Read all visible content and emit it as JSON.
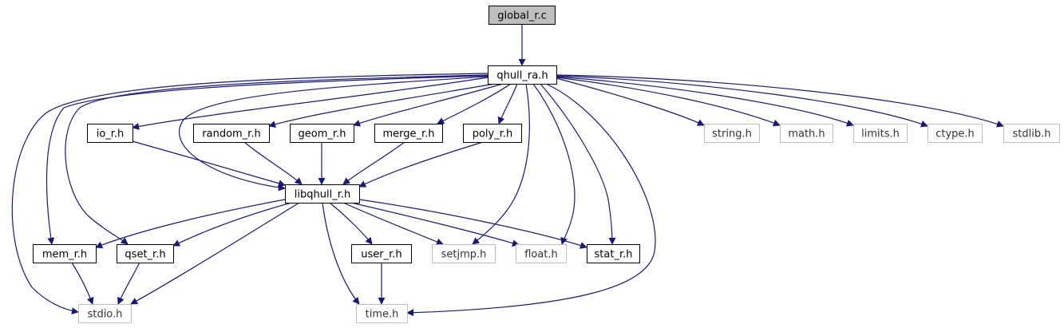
{
  "diagram": {
    "nodes": [
      {
        "id": "global_r_c",
        "label": "global_r.c",
        "kind": "root"
      },
      {
        "id": "qhull_ra_h",
        "label": "qhull_ra.h",
        "kind": "local"
      },
      {
        "id": "io_r_h",
        "label": "io_r.h",
        "kind": "local"
      },
      {
        "id": "random_r_h",
        "label": "random_r.h",
        "kind": "local"
      },
      {
        "id": "geom_r_h",
        "label": "geom_r.h",
        "kind": "local"
      },
      {
        "id": "merge_r_h",
        "label": "merge_r.h",
        "kind": "local"
      },
      {
        "id": "poly_r_h",
        "label": "poly_r.h",
        "kind": "local"
      },
      {
        "id": "libqhull_r_h",
        "label": "libqhull_r.h",
        "kind": "local"
      },
      {
        "id": "mem_r_h",
        "label": "mem_r.h",
        "kind": "local"
      },
      {
        "id": "qset_r_h",
        "label": "qset_r.h",
        "kind": "local"
      },
      {
        "id": "user_r_h",
        "label": "user_r.h",
        "kind": "local"
      },
      {
        "id": "stat_r_h",
        "label": "stat_r.h",
        "kind": "local"
      },
      {
        "id": "setjmp_h",
        "label": "setjmp.h",
        "kind": "system"
      },
      {
        "id": "float_h",
        "label": "float.h",
        "kind": "system"
      },
      {
        "id": "stdio_h",
        "label": "stdio.h",
        "kind": "system"
      },
      {
        "id": "time_h",
        "label": "time.h",
        "kind": "system"
      },
      {
        "id": "string_h",
        "label": "string.h",
        "kind": "system"
      },
      {
        "id": "math_h",
        "label": "math.h",
        "kind": "system"
      },
      {
        "id": "limits_h",
        "label": "limits.h",
        "kind": "system"
      },
      {
        "id": "ctype_h",
        "label": "ctype.h",
        "kind": "system"
      },
      {
        "id": "stdlib_h",
        "label": "stdlib.h",
        "kind": "system"
      }
    ],
    "edges": [
      [
        "global_r_c",
        "qhull_ra_h"
      ],
      [
        "qhull_ra_h",
        "io_r_h"
      ],
      [
        "qhull_ra_h",
        "random_r_h"
      ],
      [
        "qhull_ra_h",
        "geom_r_h"
      ],
      [
        "qhull_ra_h",
        "merge_r_h"
      ],
      [
        "qhull_ra_h",
        "poly_r_h"
      ],
      [
        "qhull_ra_h",
        "libqhull_r_h"
      ],
      [
        "qhull_ra_h",
        "mem_r_h"
      ],
      [
        "qhull_ra_h",
        "qset_r_h"
      ],
      [
        "qhull_ra_h",
        "stdio_h"
      ],
      [
        "qhull_ra_h",
        "setjmp_h"
      ],
      [
        "qhull_ra_h",
        "float_h"
      ],
      [
        "qhull_ra_h",
        "stat_r_h"
      ],
      [
        "qhull_ra_h",
        "time_h"
      ],
      [
        "qhull_ra_h",
        "string_h"
      ],
      [
        "qhull_ra_h",
        "math_h"
      ],
      [
        "qhull_ra_h",
        "limits_h"
      ],
      [
        "qhull_ra_h",
        "ctype_h"
      ],
      [
        "qhull_ra_h",
        "stdlib_h"
      ],
      [
        "io_r_h",
        "libqhull_r_h"
      ],
      [
        "random_r_h",
        "libqhull_r_h"
      ],
      [
        "geom_r_h",
        "libqhull_r_h"
      ],
      [
        "merge_r_h",
        "libqhull_r_h"
      ],
      [
        "poly_r_h",
        "libqhull_r_h"
      ],
      [
        "libqhull_r_h",
        "mem_r_h"
      ],
      [
        "libqhull_r_h",
        "qset_r_h"
      ],
      [
        "libqhull_r_h",
        "stdio_h"
      ],
      [
        "libqhull_r_h",
        "time_h"
      ],
      [
        "libqhull_r_h",
        "user_r_h"
      ],
      [
        "libqhull_r_h",
        "setjmp_h"
      ],
      [
        "libqhull_r_h",
        "float_h"
      ],
      [
        "libqhull_r_h",
        "stat_r_h"
      ],
      [
        "mem_r_h",
        "stdio_h"
      ],
      [
        "qset_r_h",
        "stdio_h"
      ],
      [
        "user_r_h",
        "time_h"
      ]
    ]
  },
  "colors": {
    "root_fill": "#bfbfbf",
    "node_border": "#000000",
    "system_border": "#bfbfbf",
    "edge": "#191970",
    "background": "#ffffff"
  }
}
